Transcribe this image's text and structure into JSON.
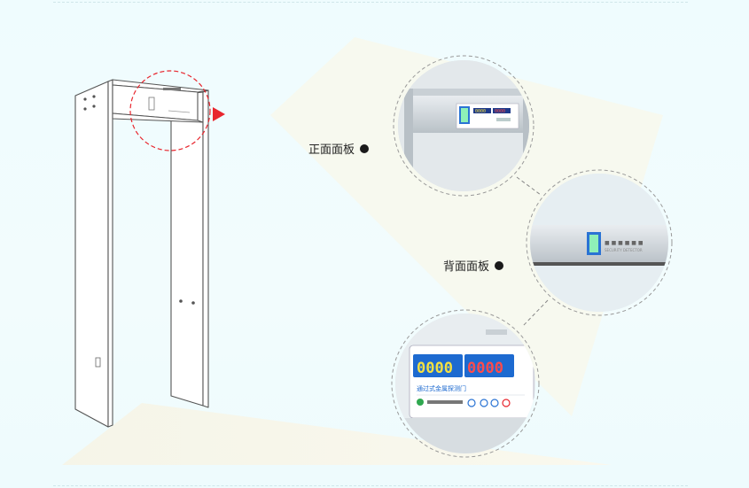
{
  "labels": {
    "front_panel": "正面面板",
    "back_panel": "背面面板"
  },
  "front_panel_display": {
    "left_digits": "0000",
    "right_digits": "0000",
    "model_text": "通过式金属探测门"
  },
  "colors": {
    "accent_red": "#e8262e",
    "display_green": "#f4e042",
    "display_red": "#ff4b4b",
    "panel_blue": "#1d6ad0"
  },
  "icons": [
    "red-arrow-icon",
    "bullet-dot-icon"
  ]
}
